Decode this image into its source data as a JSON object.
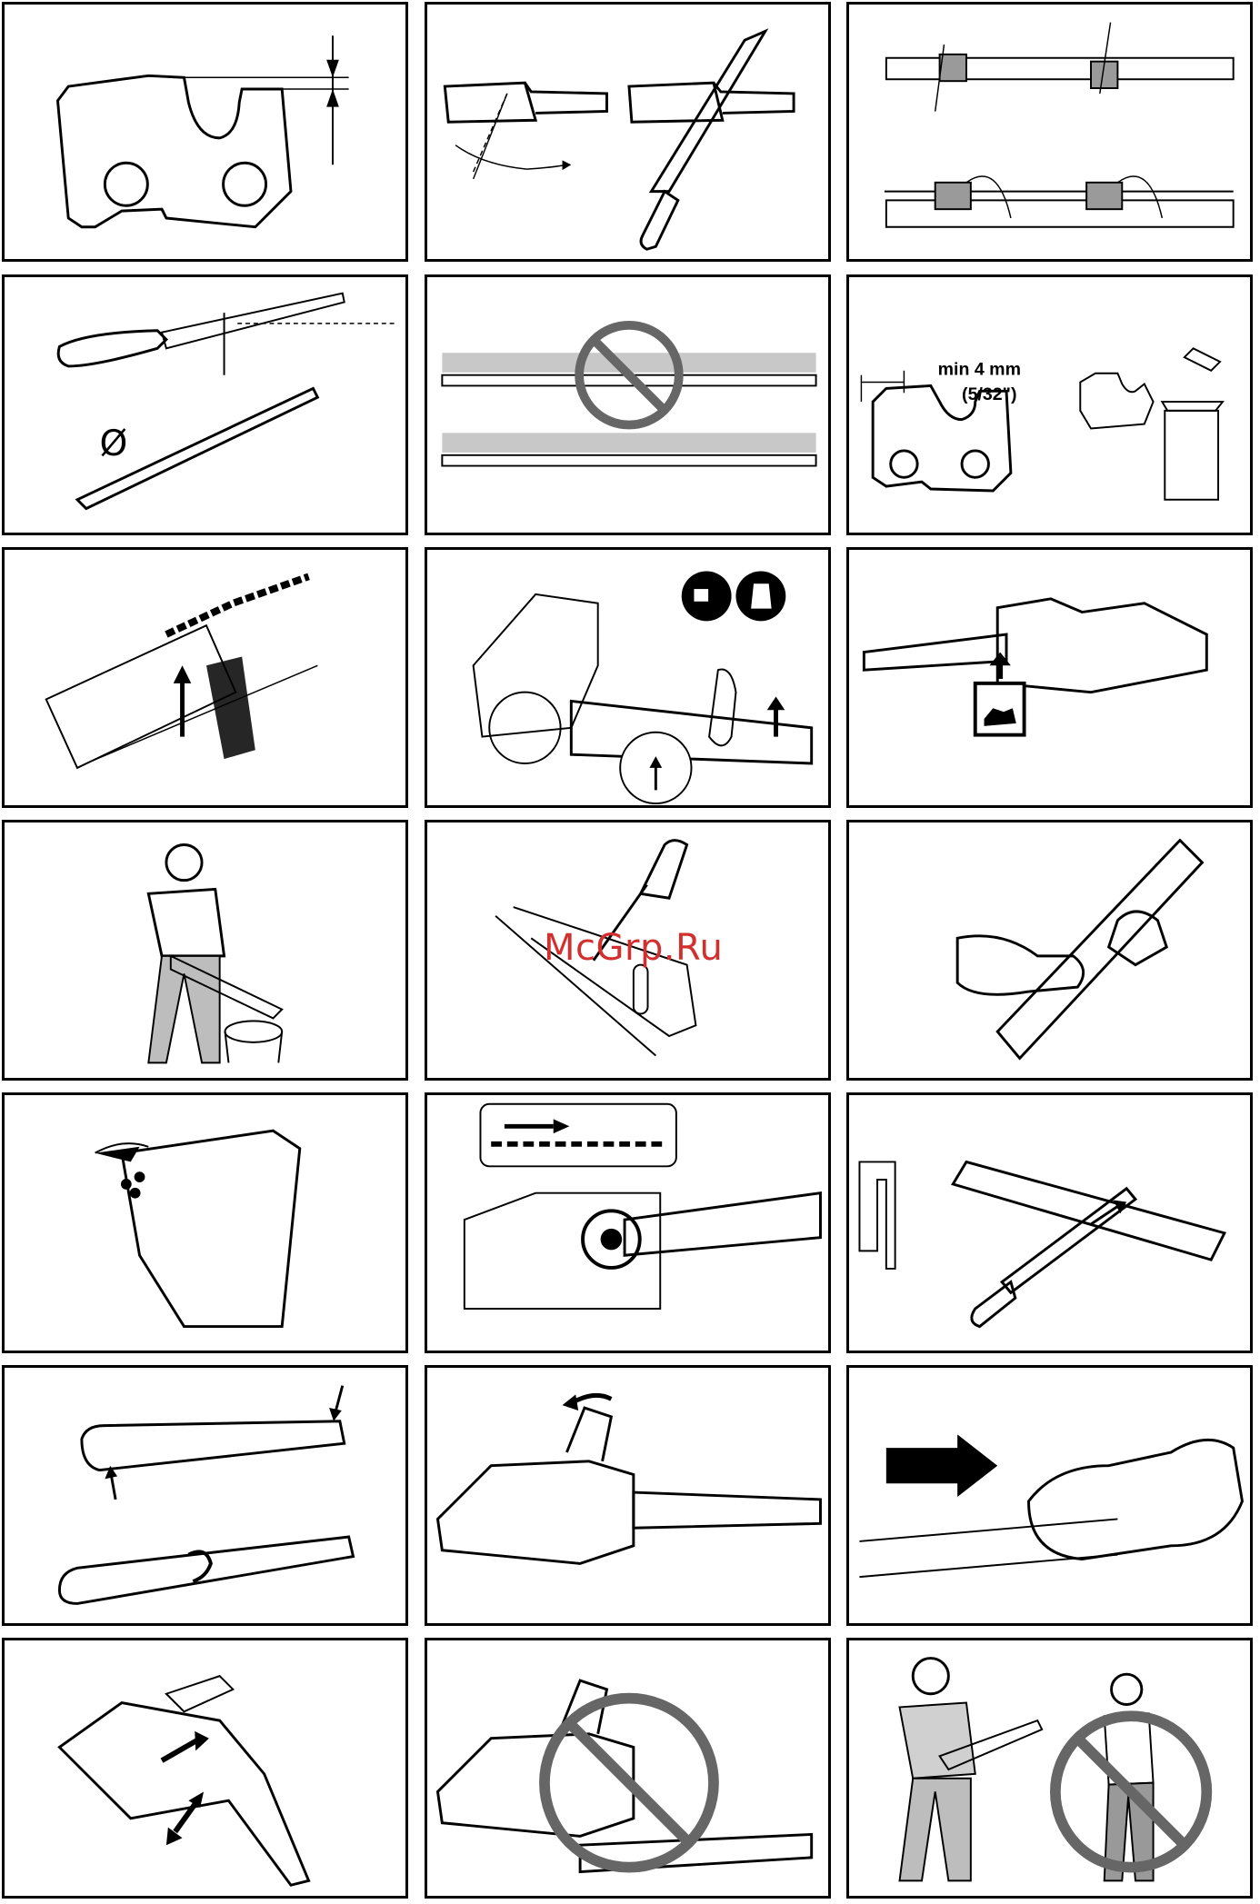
{
  "watermark": "McGrp.Ru",
  "panels": {
    "p6": {
      "label_min": "min 4 mm",
      "label_inch": "(5/32\")"
    }
  }
}
